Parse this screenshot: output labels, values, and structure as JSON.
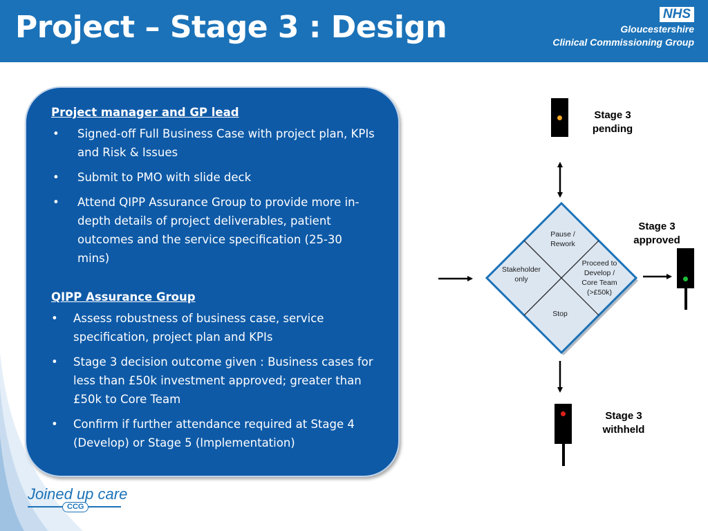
{
  "header": {
    "title": "Project – Stage 3 : Design",
    "nhs": "NHS",
    "org_line1": "Gloucestershire",
    "org_line2": "Clinical Commissioning Group"
  },
  "panel": {
    "section1": {
      "heading": "Project manager and GP lead",
      "bullets": [
        "Signed-off Full Business Case with project plan, KPIs and Risk & Issues",
        "Submit to PMO with slide deck",
        "Attend QIPP Assurance Group to provide more in-depth details of project deliverables, patient outcomes and the service specification (25-30 mins)"
      ]
    },
    "section2": {
      "heading": "QIPP Assurance Group",
      "bullets": [
        "Assess robustness of business case, service specification, project plan and KPIs",
        "Stage 3 decision outcome given : Business cases for less than £50k investment approved; greater than £50k to Core Team",
        "Confirm if further attendance required at Stage 4 (Develop) or Stage 5 (Implementation)"
      ]
    },
    "bullet_symbol": "•"
  },
  "diagram": {
    "stage_pending": [
      "Stage 3",
      "pending"
    ],
    "stage_approved": [
      "Stage 3",
      "approved"
    ],
    "stage_withheld": [
      "Stage 3",
      "withheld"
    ],
    "quadrants": {
      "top": [
        "Pause /",
        "Rework"
      ],
      "left": [
        "Stakeholder",
        "only"
      ],
      "right": [
        "Proceed to",
        "Develop /",
        "Core Team",
        "(>£50k)"
      ],
      "bottom": [
        "Stop"
      ]
    },
    "colors": {
      "pending_lamp": "#f5a623",
      "approved_lamp": "#1fbf3a",
      "withheld_lamp": "#e0201b",
      "diamond_fill": "#dce6f1",
      "diamond_border": "#1b72b8"
    }
  },
  "footer": {
    "logo_text": "Joined up care",
    "logo_badge": "CCG"
  }
}
